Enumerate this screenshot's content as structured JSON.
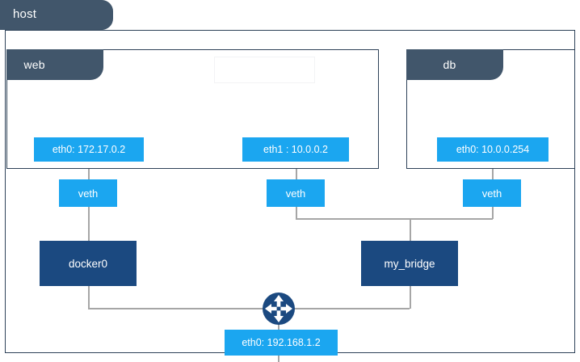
{
  "diagram": {
    "title": "host",
    "type": "docker-network-topology",
    "colors": {
      "panel_header": "#41566b",
      "panel_border": "#2e4258",
      "interface_box": "#1ba6f0",
      "bridge_box": "#1b4980",
      "connector_line": "#a6a6a6",
      "background": "#ffffff"
    }
  },
  "host": {
    "label": "host"
  },
  "containers": [
    {
      "id": "web",
      "label": "web",
      "interfaces": [
        {
          "id": "web-eth0",
          "label": "eth0: 172.17.0.2"
        },
        {
          "id": "web-eth1",
          "label": "eth1 : 10.0.0.2"
        }
      ]
    },
    {
      "id": "db",
      "label": "db",
      "interfaces": [
        {
          "id": "db-eth0",
          "label": "eth0: 10.0.0.254"
        }
      ]
    }
  ],
  "veths": [
    {
      "id": "veth-web-docker0",
      "label": "veth"
    },
    {
      "id": "veth-web-mybridge",
      "label": "veth"
    },
    {
      "id": "veth-db-mybridge",
      "label": "veth"
    }
  ],
  "bridges": [
    {
      "id": "docker0",
      "label": "docker0"
    },
    {
      "id": "my_bridge",
      "label": "my_bridge"
    }
  ],
  "router": {
    "id": "router",
    "icon": "router-four-arrows-icon"
  },
  "host_interface": {
    "id": "host-eth0",
    "label": "eth0: 192.168.1.2"
  }
}
